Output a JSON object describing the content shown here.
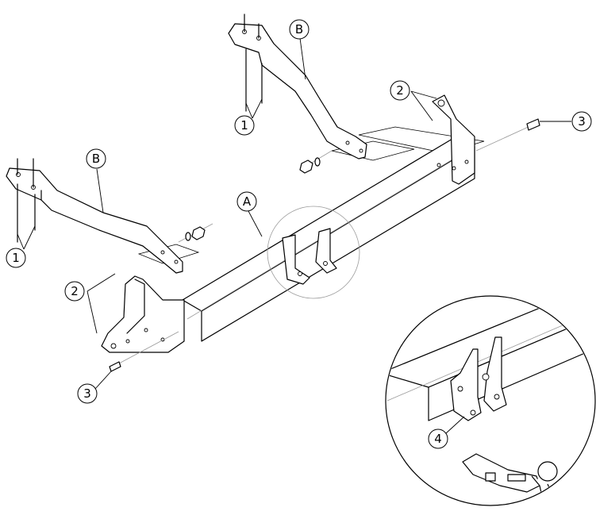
{
  "callouts": {
    "a": "A",
    "b_left": "B",
    "b_right": "B",
    "one_left": "1",
    "one_right": "1",
    "two_left": "2",
    "two_right": "2",
    "three_left": "3",
    "three_right": "3",
    "four": "4"
  }
}
